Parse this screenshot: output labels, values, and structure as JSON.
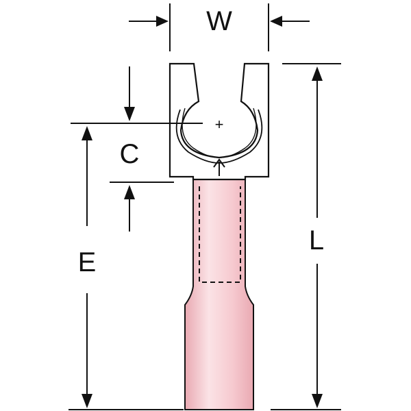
{
  "labels": {
    "w": "W",
    "c": "C",
    "e": "E",
    "l": "L",
    "center_mark": "+"
  },
  "colors": {
    "line": "#111111",
    "insulation_fill": "#f6c9cf",
    "insulation_highlight": "#fbe3e6",
    "insulation_shadow": "#e9a9b2",
    "background": "#ffffff"
  }
}
